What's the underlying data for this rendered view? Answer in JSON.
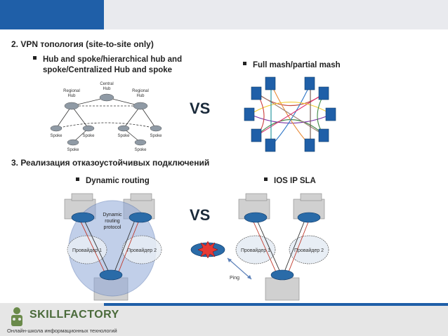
{
  "section2": {
    "title": "2. VPN топология (site-to-site only)",
    "bullet_left_line1": "Hub and spoke/hierarchical hub and",
    "bullet_left_line2": "spoke/Centralized Hub and spoke",
    "bullet_right": "Full mash/partial mash",
    "vs": "VS"
  },
  "hub_diagram": {
    "regional_hub": "Regional\nHub",
    "central_hub": "Central\nHub",
    "spoke": "Spoke"
  },
  "section3": {
    "title": "3. Реализация отказоустойчивых подключений",
    "bullet_left": "Dynamic routing",
    "bullet_right": "IOS IP SLA",
    "vs": "VS"
  },
  "dyn_diagram": {
    "protocol_line1": "Dynamic",
    "protocol_line2": "routing",
    "protocol_line3": "protocol",
    "provider1": "Провайдер 1",
    "provider2": "Провайдер 2"
  },
  "sla_diagram": {
    "provider1": "Провайдер 1",
    "provider2": "Провайдер 2",
    "ping": "Ping"
  },
  "footer": {
    "brand": "SKILLFACTORY",
    "tagline": "Онлайн-школа информационных технологий"
  },
  "colors": {
    "accent_blue": "#1f5fa8",
    "router_blue": "#2a6ba8",
    "building_grey": "#c9c9c9"
  }
}
